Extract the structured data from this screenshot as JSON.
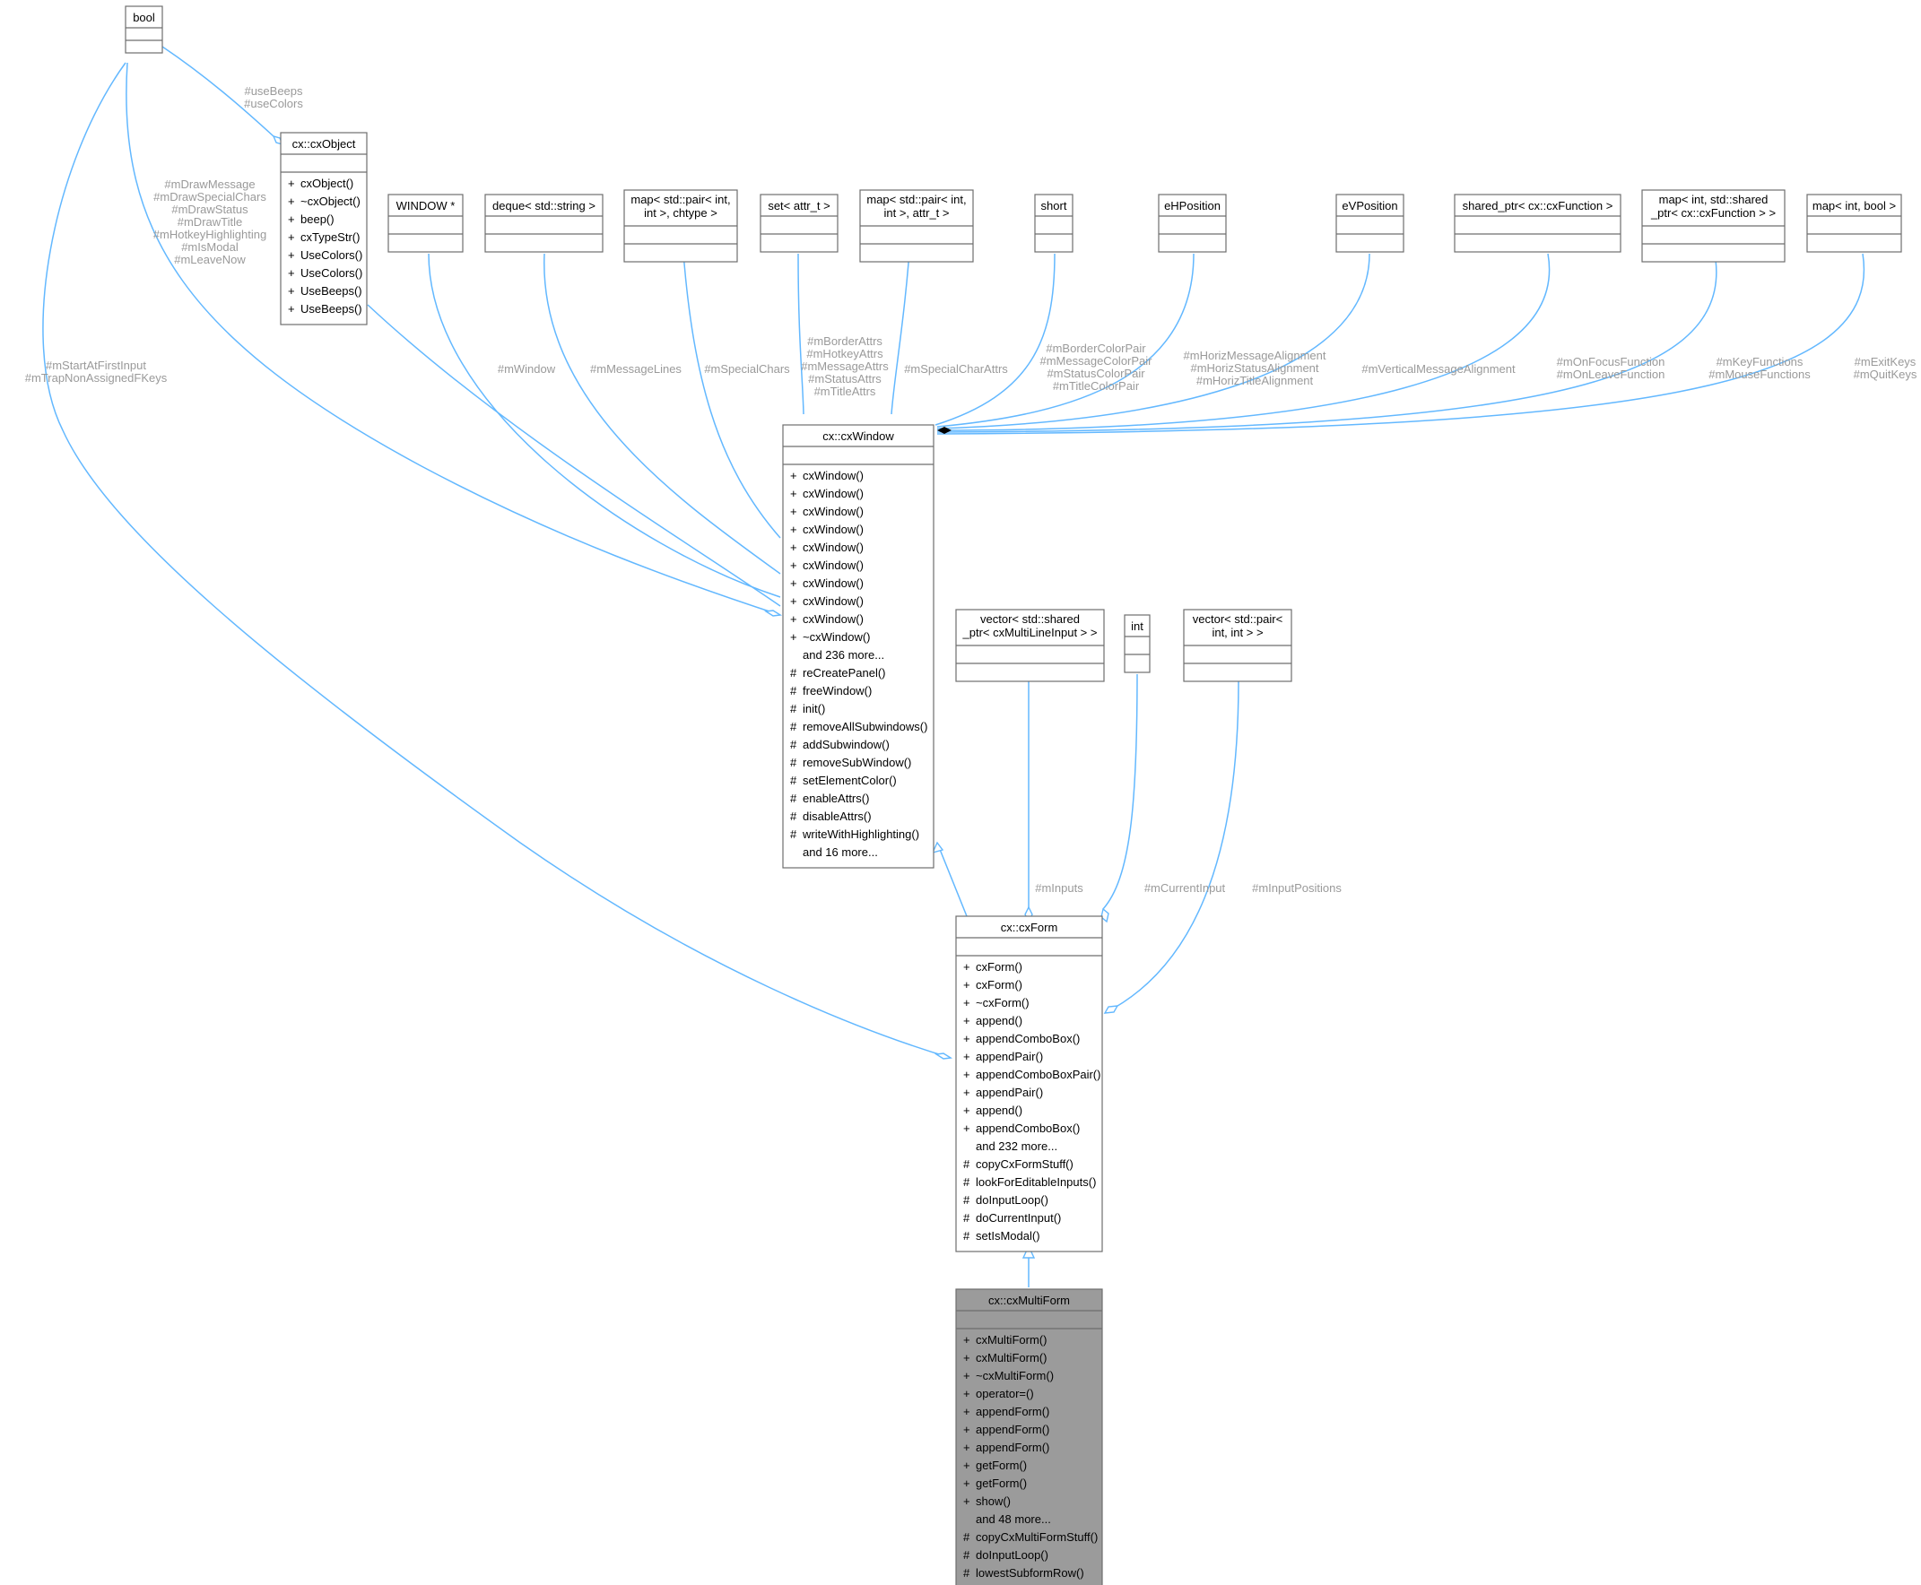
{
  "classes": {
    "bool": {
      "title": "bool",
      "members": []
    },
    "cxObject": {
      "title": "cx::cxObject",
      "members": [
        {
          "v": "+",
          "n": "cxObject()"
        },
        {
          "v": "+",
          "n": "~cxObject()"
        },
        {
          "v": "+",
          "n": "beep()"
        },
        {
          "v": "+",
          "n": "cxTypeStr()"
        },
        {
          "v": "+",
          "n": "UseColors()"
        },
        {
          "v": "+",
          "n": "UseColors()"
        },
        {
          "v": "+",
          "n": "UseBeeps()"
        },
        {
          "v": "+",
          "n": "UseBeeps()"
        }
      ]
    },
    "window_ptr": {
      "title": "WINDOW *",
      "members": []
    },
    "deque_string": {
      "title": "deque< std::string >",
      "members": []
    },
    "map_pair_chtype": {
      "title_lines": [
        "map< std::pair< int,",
        "int >, chtype >"
      ],
      "members": []
    },
    "set_attr": {
      "title": "set< attr_t >",
      "members": []
    },
    "map_pair_attr": {
      "title_lines": [
        "map< std::pair< int,",
        "int >, attr_t >"
      ],
      "members": []
    },
    "short": {
      "title": "short",
      "members": []
    },
    "eHPosition": {
      "title": "eHPosition",
      "members": []
    },
    "eVPosition": {
      "title": "eVPosition",
      "members": []
    },
    "shared_ptr_fn": {
      "title": "shared_ptr< cx::cxFunction >",
      "members": []
    },
    "map_int_sharedfn": {
      "title_lines": [
        "map< int, std::shared",
        "_ptr< cx::cxFunction > >"
      ],
      "members": []
    },
    "map_int_bool": {
      "title": "map< int, bool >",
      "members": []
    },
    "cxWindow": {
      "title": "cx::cxWindow",
      "members": [
        {
          "v": "+",
          "n": "cxWindow()"
        },
        {
          "v": "+",
          "n": "cxWindow()"
        },
        {
          "v": "+",
          "n": "cxWindow()"
        },
        {
          "v": "+",
          "n": "cxWindow()"
        },
        {
          "v": "+",
          "n": "cxWindow()"
        },
        {
          "v": "+",
          "n": "cxWindow()"
        },
        {
          "v": "+",
          "n": "cxWindow()"
        },
        {
          "v": "+",
          "n": "cxWindow()"
        },
        {
          "v": "+",
          "n": "cxWindow()"
        },
        {
          "v": "+",
          "n": "~cxWindow()"
        },
        {
          "v": "",
          "n": "and 236 more..."
        },
        {
          "v": "#",
          "n": "reCreatePanel()"
        },
        {
          "v": "#",
          "n": "freeWindow()"
        },
        {
          "v": "#",
          "n": "init()"
        },
        {
          "v": "#",
          "n": "removeAllSubwindows()"
        },
        {
          "v": "#",
          "n": "addSubwindow()"
        },
        {
          "v": "#",
          "n": "removeSubWindow()"
        },
        {
          "v": "#",
          "n": "setElementColor()"
        },
        {
          "v": "#",
          "n": "enableAttrs()"
        },
        {
          "v": "#",
          "n": "disableAttrs()"
        },
        {
          "v": "#",
          "n": "writeWithHighlighting()"
        },
        {
          "v": "",
          "n": "and 16 more..."
        }
      ]
    },
    "vector_multiline": {
      "title_lines": [
        "vector< std::shared",
        "_ptr< cxMultiLineInput > >"
      ],
      "members": []
    },
    "int": {
      "title": "int",
      "members": []
    },
    "vector_pair": {
      "title_lines": [
        "vector< std::pair<",
        "int, int > >"
      ],
      "members": []
    },
    "cxForm": {
      "title": "cx::cxForm",
      "members": [
        {
          "v": "+",
          "n": "cxForm()"
        },
        {
          "v": "+",
          "n": "cxForm()"
        },
        {
          "v": "+",
          "n": "~cxForm()"
        },
        {
          "v": "+",
          "n": "append()"
        },
        {
          "v": "+",
          "n": "appendComboBox()"
        },
        {
          "v": "+",
          "n": "appendPair()"
        },
        {
          "v": "+",
          "n": "appendComboBoxPair()"
        },
        {
          "v": "+",
          "n": "appendPair()"
        },
        {
          "v": "+",
          "n": "append()"
        },
        {
          "v": "+",
          "n": "appendComboBox()"
        },
        {
          "v": "",
          "n": "and 232 more..."
        },
        {
          "v": "#",
          "n": "copyCxFormStuff()"
        },
        {
          "v": "#",
          "n": "lookForEditableInputs()"
        },
        {
          "v": "#",
          "n": "doInputLoop()"
        },
        {
          "v": "#",
          "n": "doCurrentInput()"
        },
        {
          "v": "#",
          "n": "setIsModal()"
        }
      ]
    },
    "cxMultiForm": {
      "title": "cx::cxMultiForm",
      "members": [
        {
          "v": "+",
          "n": "cxMultiForm()"
        },
        {
          "v": "+",
          "n": "cxMultiForm()"
        },
        {
          "v": "+",
          "n": "~cxMultiForm()"
        },
        {
          "v": "+",
          "n": "operator=()"
        },
        {
          "v": "+",
          "n": "appendForm()"
        },
        {
          "v": "+",
          "n": "appendForm()"
        },
        {
          "v": "+",
          "n": "appendForm()"
        },
        {
          "v": "+",
          "n": "getForm()"
        },
        {
          "v": "+",
          "n": "getForm()"
        },
        {
          "v": "+",
          "n": "show()"
        },
        {
          "v": "",
          "n": "and 48 more..."
        },
        {
          "v": "#",
          "n": "copyCxMultiFormStuff()"
        },
        {
          "v": "#",
          "n": "doInputLoop()"
        },
        {
          "v": "#",
          "n": "lowestSubformRow()"
        }
      ]
    }
  },
  "edge_labels": {
    "bool_cxObject": [
      "#useBeeps",
      "#useColors"
    ],
    "bool_cxWindow": [
      "#mDrawMessage",
      "#mDrawSpecialChars",
      "#mDrawStatus",
      "#mDrawTitle",
      "#mHotkeyHighlighting",
      "#mIsModal",
      "#mLeaveNow"
    ],
    "bool_cxForm": [
      "#mStartAtFirstInput",
      "#mTrapNonAssignedFKeys"
    ],
    "window_ptr": [
      "#mWindow"
    ],
    "deque_string": [
      "#mMessageLines"
    ],
    "map_pair_chtype": [
      "#mSpecialChars"
    ],
    "set_attr": [
      "#mBorderAttrs",
      "#mHotkeyAttrs",
      "#mMessageAttrs",
      "#mStatusAttrs",
      "#mTitleAttrs"
    ],
    "map_pair_attr": [
      "#mSpecialCharAttrs"
    ],
    "short": [
      "#mBorderColorPair",
      "#mMessageColorPair",
      "#mStatusColorPair",
      "#mTitleColorPair"
    ],
    "eHPosition": [
      "#mHorizMessageAlignment",
      "#mHorizStatusAlignment",
      "#mHorizTitleAlignment"
    ],
    "eVPosition": [
      "#mVerticalMessageAlignment"
    ],
    "shared_ptr_fn": [
      "#mOnFocusFunction",
      "#mOnLeaveFunction"
    ],
    "map_int_sharedfn": [
      "#mKeyFunctions",
      "#mMouseFunctions"
    ],
    "map_int_bool": [
      "#mExitKeys",
      "#mQuitKeys"
    ],
    "vector_multiline": [
      "#mInputs"
    ],
    "int": [
      "#mCurrentInput"
    ],
    "vector_pair": [
      "#mInputPositions"
    ]
  }
}
